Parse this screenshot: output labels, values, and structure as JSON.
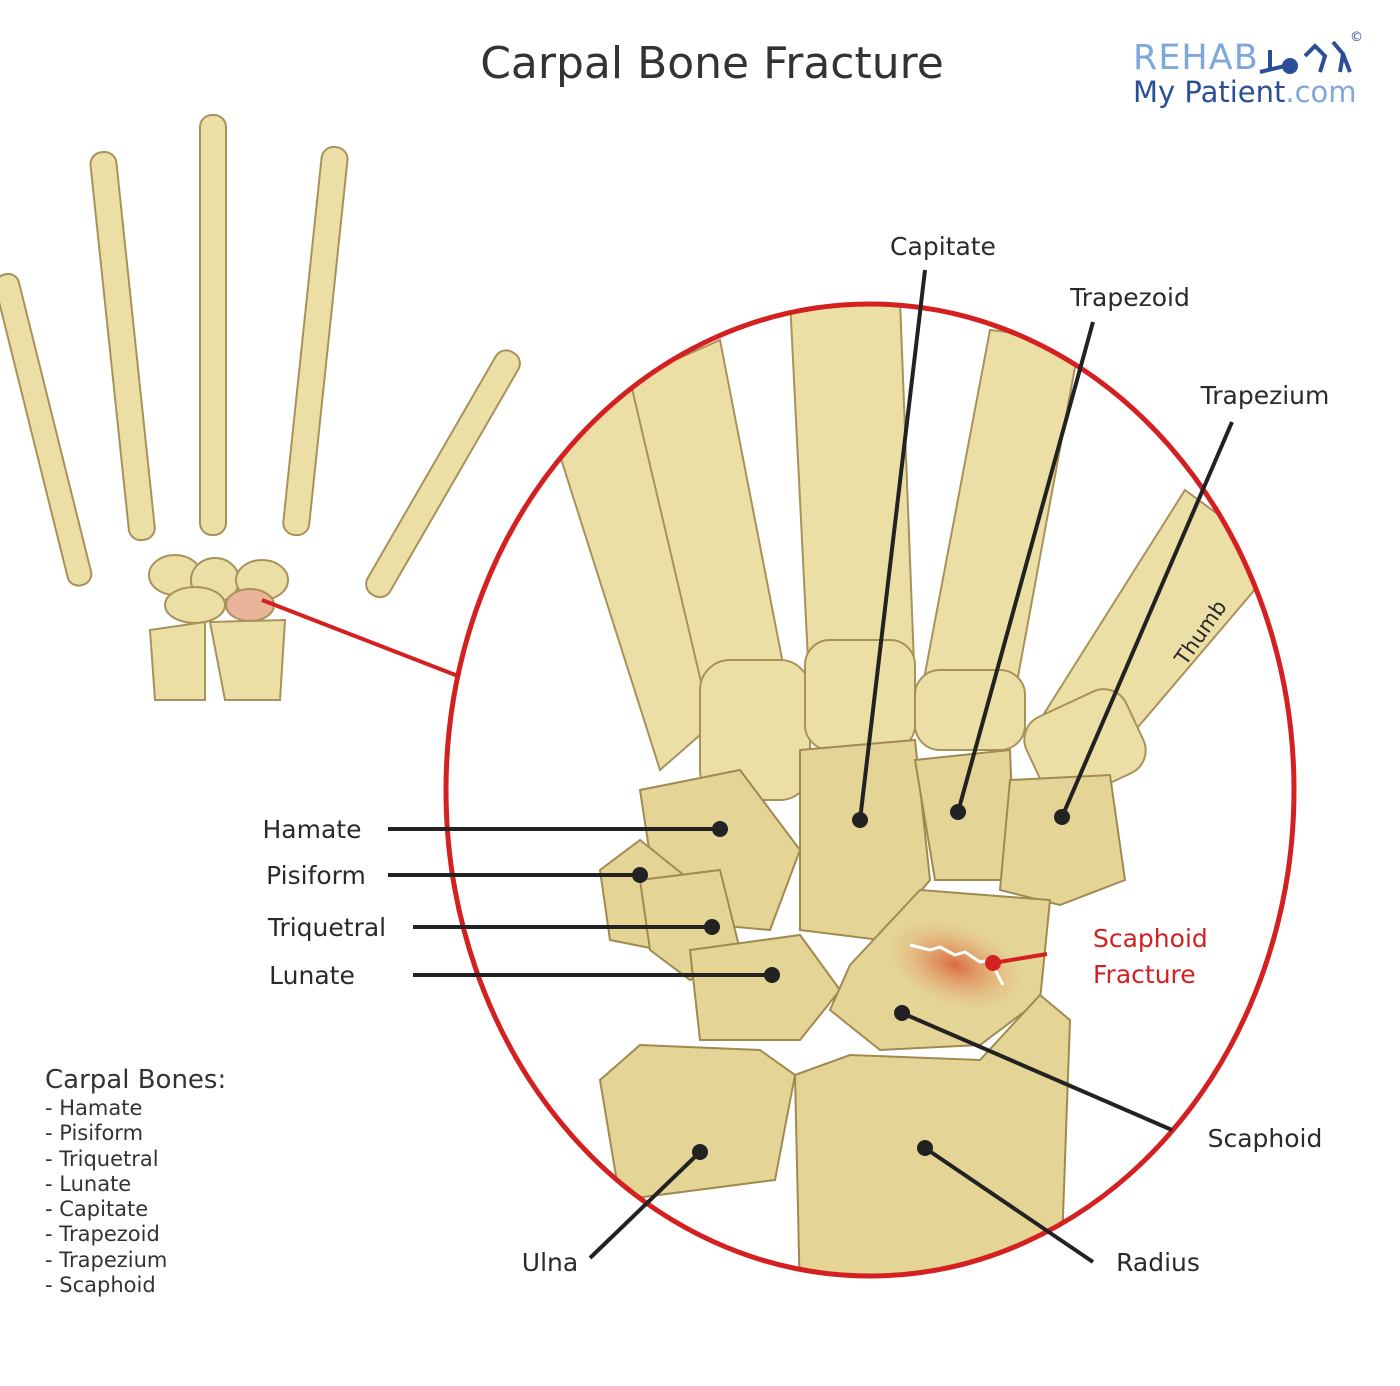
{
  "title": "Carpal Bone Fracture",
  "logo": {
    "line1": "REHAB",
    "line2_main": "My Patient",
    "line2_suffix": ".com",
    "copyright": "©"
  },
  "labels": {
    "capitate": "Capitate",
    "trapezoid": "Trapezoid",
    "trapezium": "Trapezium",
    "thumb": "Thumb",
    "hamate": "Hamate",
    "pisiform": "Pisiform",
    "triquetral": "Triquetral",
    "lunate": "Lunate",
    "scaphoid_fracture_1": "Scaphoid",
    "scaphoid_fracture_2": "Fracture",
    "scaphoid": "Scaphoid",
    "ulna": "Ulna",
    "radius": "Radius"
  },
  "legend": {
    "heading": "Carpal Bones:",
    "items": [
      "- Hamate",
      "- Pisiform",
      "- Triquetral",
      "- Lunate",
      "- Capitate",
      "- Trapezoid",
      "- Trapezium",
      "- Scaphoid"
    ]
  },
  "colors": {
    "circle": "#d42020",
    "bone": "#ecdfa6",
    "leader": "#222222",
    "fracture_text": "#d42020"
  }
}
